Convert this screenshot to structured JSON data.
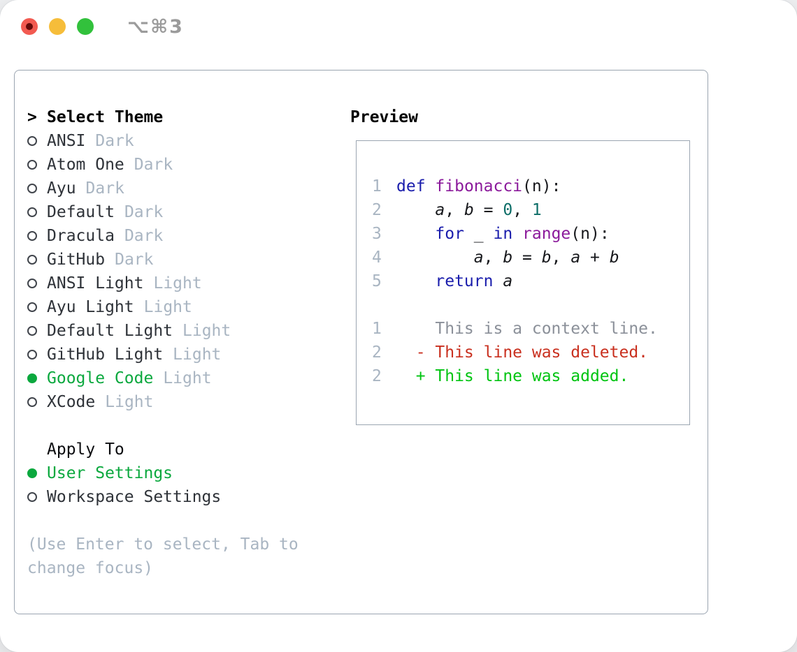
{
  "titlebar": {
    "shortcut": "⌥⌘3"
  },
  "theme_picker": {
    "pointer": ">",
    "title": "Select Theme",
    "items": [
      {
        "name": "ANSI",
        "variant": "Dark",
        "selected": false
      },
      {
        "name": "Atom One",
        "variant": "Dark",
        "selected": false
      },
      {
        "name": "Ayu",
        "variant": "Dark",
        "selected": false
      },
      {
        "name": "Default",
        "variant": "Dark",
        "selected": false
      },
      {
        "name": "Dracula",
        "variant": "Dark",
        "selected": false
      },
      {
        "name": "GitHub",
        "variant": "Dark",
        "selected": false
      },
      {
        "name": "ANSI Light",
        "variant": "Light",
        "selected": false
      },
      {
        "name": "Ayu Light",
        "variant": "Light",
        "selected": false
      },
      {
        "name": "Default Light",
        "variant": "Light",
        "selected": false
      },
      {
        "name": "GitHub Light",
        "variant": "Light",
        "selected": false
      },
      {
        "name": "Google Code",
        "variant": "Light",
        "selected": true
      },
      {
        "name": "XCode",
        "variant": "Light",
        "selected": false
      }
    ]
  },
  "apply_to": {
    "title": "Apply To",
    "items": [
      {
        "name": "User Settings",
        "selected": true
      },
      {
        "name": "Workspace Settings",
        "selected": false
      }
    ]
  },
  "hint": "(Use Enter to select, Tab to change focus)",
  "preview": {
    "title": "Preview",
    "code": [
      {
        "num": "1",
        "tokens": [
          {
            "c": "kw",
            "t": "def"
          },
          {
            "c": "pl",
            "t": " "
          },
          {
            "c": "fn",
            "t": "fibonacci"
          },
          {
            "c": "pl",
            "t": "(n):"
          }
        ]
      },
      {
        "num": "2",
        "tokens": [
          {
            "c": "pl",
            "t": "    "
          },
          {
            "c": "var",
            "t": "a"
          },
          {
            "c": "pl",
            "t": ", "
          },
          {
            "c": "var",
            "t": "b"
          },
          {
            "c": "pl",
            "t": " = "
          },
          {
            "c": "lit",
            "t": "0"
          },
          {
            "c": "pl",
            "t": ", "
          },
          {
            "c": "lit",
            "t": "1"
          }
        ]
      },
      {
        "num": "3",
        "tokens": [
          {
            "c": "pl",
            "t": "    "
          },
          {
            "c": "kw",
            "t": "for"
          },
          {
            "c": "pl",
            "t": " _ "
          },
          {
            "c": "kw",
            "t": "in"
          },
          {
            "c": "pl",
            "t": " "
          },
          {
            "c": "fn",
            "t": "range"
          },
          {
            "c": "pl",
            "t": "(n):"
          }
        ]
      },
      {
        "num": "4",
        "tokens": [
          {
            "c": "pl",
            "t": "        "
          },
          {
            "c": "var",
            "t": "a"
          },
          {
            "c": "pl",
            "t": ", "
          },
          {
            "c": "var",
            "t": "b"
          },
          {
            "c": "pl",
            "t": " = "
          },
          {
            "c": "var",
            "t": "b"
          },
          {
            "c": "pl",
            "t": ", "
          },
          {
            "c": "var",
            "t": "a"
          },
          {
            "c": "pl",
            "t": " + "
          },
          {
            "c": "var",
            "t": "b"
          }
        ]
      },
      {
        "num": "5",
        "tokens": [
          {
            "c": "pl",
            "t": "    "
          },
          {
            "c": "kw",
            "t": "return"
          },
          {
            "c": "pl",
            "t": " "
          },
          {
            "c": "var",
            "t": "a"
          }
        ]
      }
    ],
    "diff": [
      {
        "num": "1",
        "type": "context",
        "text": "    This is a context line."
      },
      {
        "num": "2",
        "type": "deleted",
        "text": "  - This line was deleted."
      },
      {
        "num": "2",
        "type": "added",
        "text": "  + This line was added."
      }
    ]
  },
  "colors": {
    "traffic_red": "#f25a51",
    "traffic_red_dot": "#650a0a",
    "traffic_yellow": "#f6bd3a",
    "traffic_green": "#32c13c",
    "titlebar_text": "#9b9b9b",
    "panel_border": "#9ba5b1",
    "text_primary": "#2e3238",
    "text_secondary": "#a9b5c2",
    "select_green": "#0ba83e",
    "hint": "#a9b5c2",
    "line_number": "#a9b5c2",
    "keyword": "#1a1dac",
    "function": "#8b1a9b",
    "literal": "#0e6e68",
    "plain": "#17181c",
    "context": "#8b9099",
    "deleted": "#c9301f",
    "added": "#00c411"
  }
}
